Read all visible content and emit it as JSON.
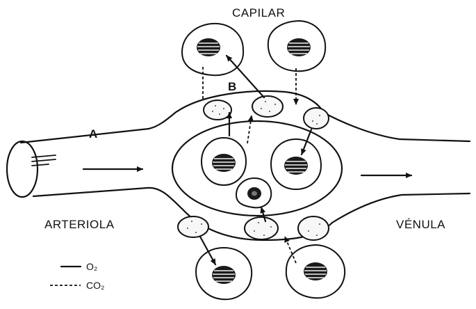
{
  "labels": {
    "capilar": "CAPILAR",
    "arteriola": "ARTERIOLA",
    "venula": "VÉNULA",
    "a": "A",
    "b": "B"
  },
  "legend": {
    "o2": "O₂",
    "co2": "CO₂"
  }
}
